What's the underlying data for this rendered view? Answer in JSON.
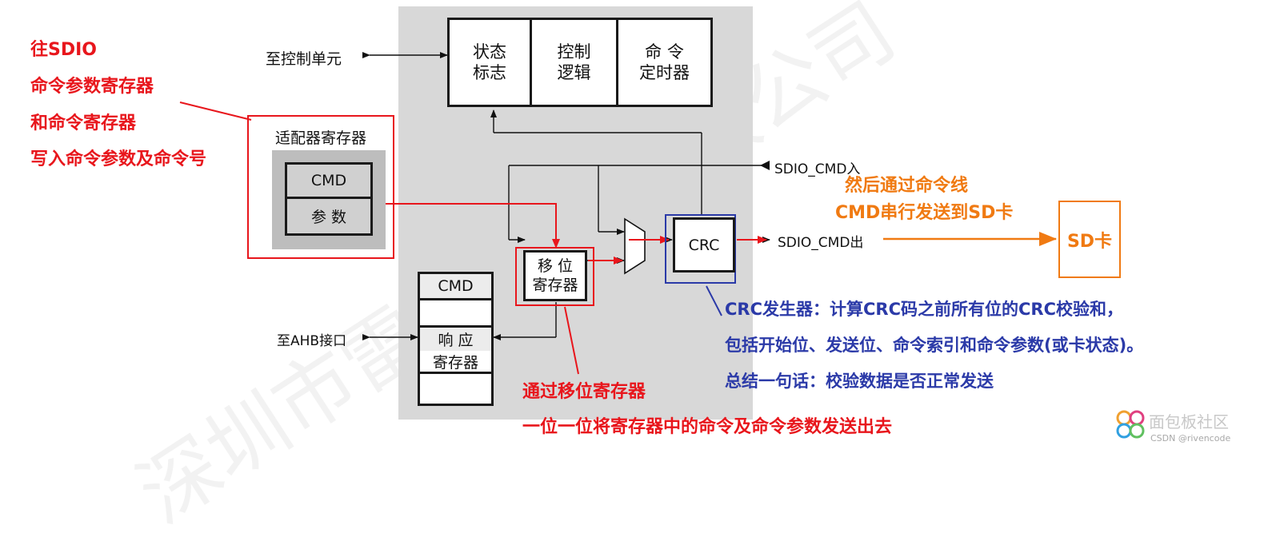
{
  "left_note": {
    "lines": [
      "往SDIO",
      "命令参数寄存器",
      "和命令寄存器",
      "写入命令参数及命令号"
    ]
  },
  "adapter": {
    "title": "适配器寄存器",
    "cmd": "CMD",
    "param": "参  数"
  },
  "top_blocks": {
    "status": "状态\n标志",
    "control": "控制\n逻辑",
    "timer": "命 令\n定时器"
  },
  "labels": {
    "to_control": "至控制单元",
    "to_ahb": "至AHB接口",
    "cmd_in": "SDIO_CMD入",
    "cmd_out": "SDIO_CMD出"
  },
  "shift_register": "移 位\n寄存器",
  "crc": "CRC",
  "response": {
    "cmd": "CMD",
    "resp": "响 应",
    "reg": "寄存器"
  },
  "orange_note": {
    "lines": [
      "然后通过命令线",
      "CMD串行发送到SD卡"
    ]
  },
  "sd_card": "SD卡",
  "blue_note": {
    "lines": [
      "CRC发生器：计算CRC码之前所有位的CRC校验和，",
      "包括开始位、发送位、命令索引和命令参数(或卡状态)。",
      "总结一句话：校验数据是否正常发送"
    ]
  },
  "bottom_note": {
    "lines": [
      "通过移位寄存器",
      "一位一位将寄存器中的命令及命令参数发送出去"
    ]
  },
  "watermark": "深圳市雷龙发展有限公司",
  "footer": {
    "brand": "面包板社区",
    "credit": "CSDN @rivencode"
  },
  "colors": {
    "red": "#e8161c",
    "blue": "#2b3aa8",
    "orange": "#f07a12",
    "panel": "#d8d8d8"
  }
}
